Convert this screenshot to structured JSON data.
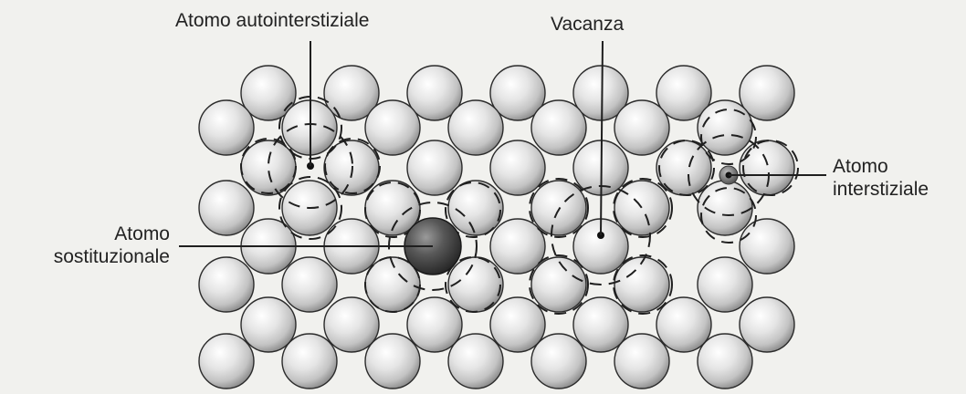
{
  "labels": {
    "self_interstitial": "Atomo autointerstiziale",
    "vacancy": "Vacanza",
    "substitutional": [
      "Atomo",
      "sostituzionale"
    ],
    "interstitial": [
      "Atomo",
      "interstiziale"
    ]
  },
  "colors": {
    "background": "#f1f1ee",
    "atom_light": "#ffffff",
    "atom_mid": "#dcdcdc",
    "atom_shadow": "#8f8f8f",
    "substitutional_atom": "#3d3d3d",
    "line": "#1f1f1f"
  },
  "icons": {
    "atom": "host-atom-icon",
    "substitutional_atom": "substitutional-atom-icon",
    "interstitial_dot": "interstitial-dot-icon",
    "self_interstitial_dot": "self-interstitial-dot-icon",
    "dashed_ring": "dashed-distortion-ring-icon"
  }
}
